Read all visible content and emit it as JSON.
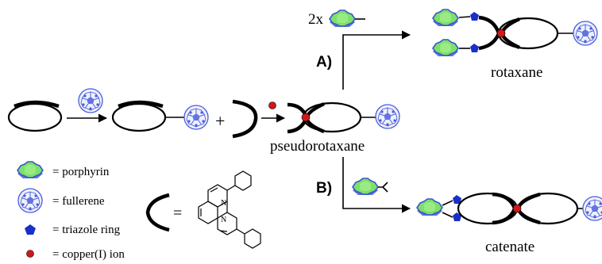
{
  "labels": {
    "count": "2x",
    "route_a": "A)",
    "route_b": "B)",
    "plus": "+",
    "rotaxane": "rotaxane",
    "pseudorotaxane": "pseudorotaxane",
    "catenate": "catenate",
    "equals": "="
  },
  "legend": {
    "porphyrin": "= porphyrin",
    "fullerene": "= fullerene",
    "triazole": "= triazole ring",
    "copper": "= copper(I) ion",
    "phen_n1": "N",
    "phen_n2": "N"
  },
  "colors": {
    "porphyrin_fill": "#7de06a",
    "porphyrin_edge": "#3a55d0",
    "fullerene": "#4a5ed8",
    "triazole": "#1a2fc8",
    "copper": "#d01818",
    "ink": "#000000"
  }
}
